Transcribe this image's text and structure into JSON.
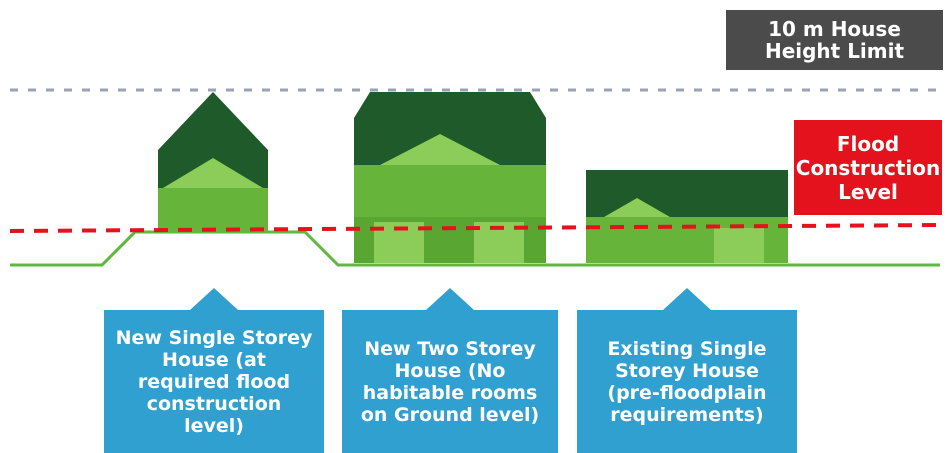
{
  "height_limit": {
    "label": "10 m House Height Limit"
  },
  "flood_level": {
    "label": "Flood Construction Level"
  },
  "callouts": [
    {
      "label": "New Single Storey House (at required flood construction level)"
    },
    {
      "label": "New Two Storey House (No habitable rooms on Ground level)"
    },
    {
      "label": "Existing Single Storey House (pre-floodplain requirements)"
    }
  ],
  "colors": {
    "roof": "#1f5a2a",
    "gable": "#8ccc58",
    "wall": "#66b53a",
    "ground": "#5dba3c",
    "flood_line": "#e3121d",
    "height_line": "#9a9fb2",
    "callout": "#2fa0d0",
    "height_box": "#4b4b4b"
  }
}
